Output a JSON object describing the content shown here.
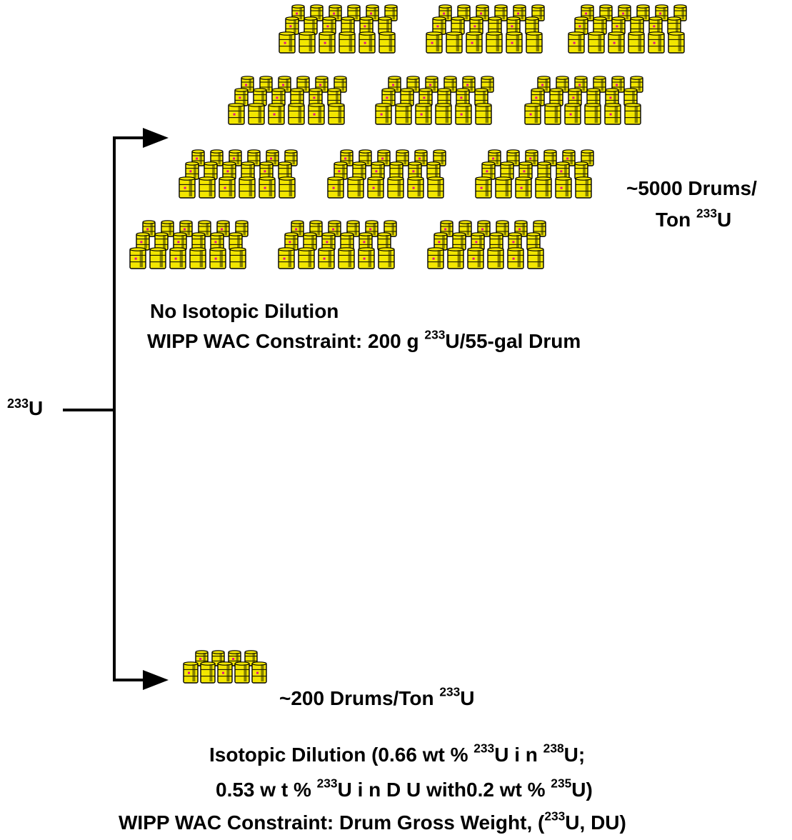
{
  "source": {
    "sup": "233",
    "base": "U"
  },
  "top_branch": {
    "count_label": {
      "line1": "~5000 Drums/",
      "line2_pre": "Ton ",
      "line2_sup": "233",
      "line2_post": "U"
    },
    "caption_line1": "No Isotopic Dilution",
    "caption_line2": {
      "pre": "WIPP WAC Constraint: 200 g ",
      "sup": "233",
      "post": "U/55-gal Drum"
    }
  },
  "bottom_branch": {
    "count_label": {
      "pre": "~200 Drums/Ton ",
      "sup": "233",
      "post": "U"
    },
    "caption_line1": {
      "pre": "Isotopic Dilution (0.66 wt % ",
      "sup1": "233",
      "mid": "U i n  ",
      "sup2": "238",
      "post": "U;"
    },
    "caption_line2": {
      "pre": "0.53 w t % ",
      "sup1": "233",
      "mid": "U i n D U  with0.2 wt % ",
      "sup2": "235",
      "post": "U)"
    },
    "caption_line3": {
      "pre": "WIPP WAC Constraint: Drum Gross Weight, (",
      "sup": "233",
      "post": "U, DU)"
    }
  },
  "colors": {
    "drum_fill": "#f2e600",
    "drum_outline": "#000000",
    "drum_mark": "#e0108a",
    "line": "#000000"
  },
  "icons": {
    "drum": "radioactive-drum-icon",
    "arrow": "arrow-right-icon"
  }
}
